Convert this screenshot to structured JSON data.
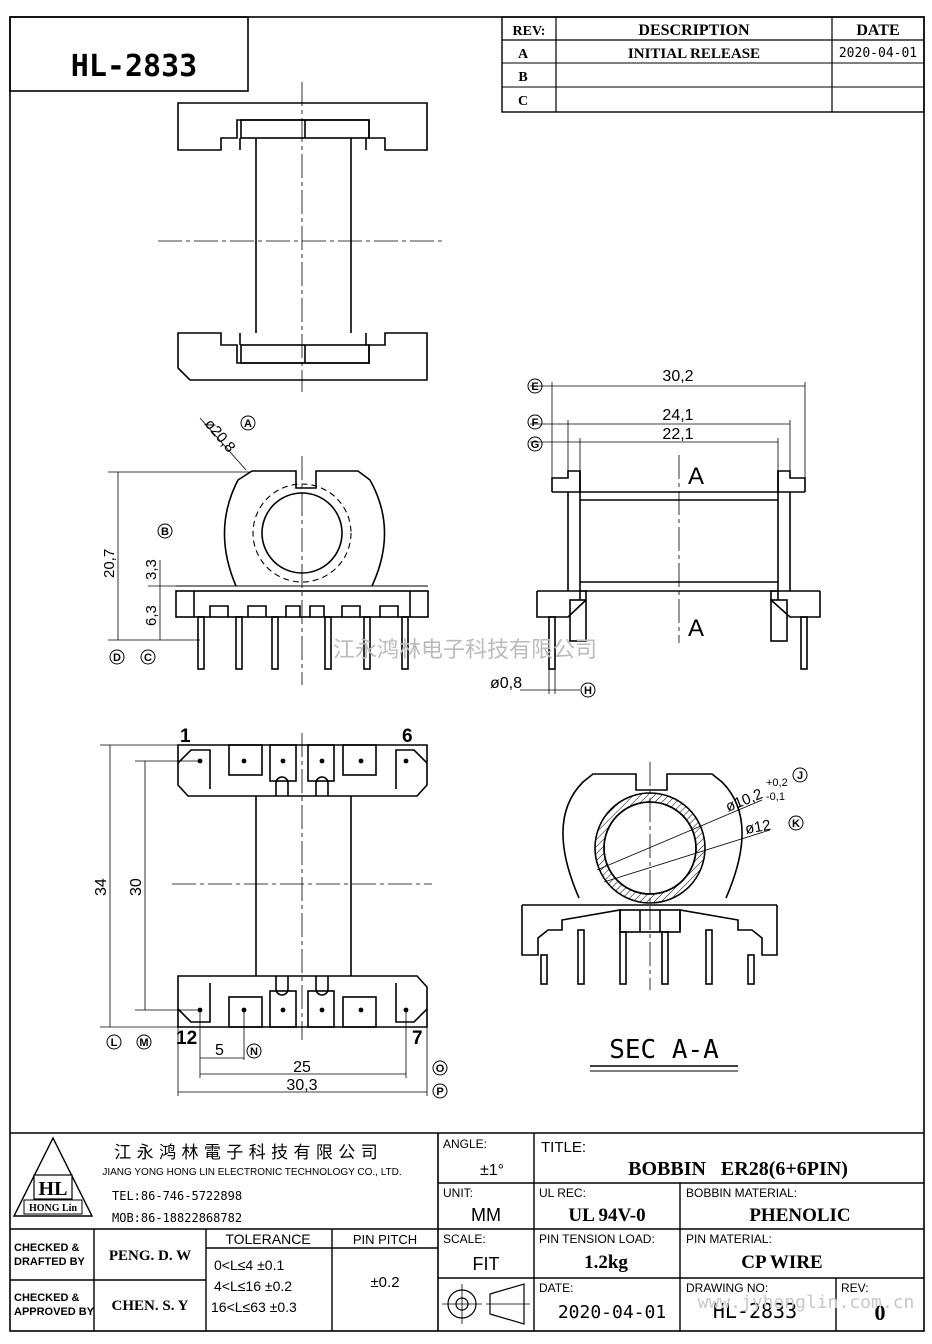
{
  "part_number": "HL-2833",
  "revision_table": {
    "headers": {
      "rev": "REV:",
      "description": "DESCRIPTION",
      "date": "DATE"
    },
    "rows": [
      {
        "rev": "A",
        "description": "INITIAL RELEASE",
        "date": "2020-04-01"
      },
      {
        "rev": "B",
        "description": "",
        "date": ""
      },
      {
        "rev": "C",
        "description": "",
        "date": ""
      }
    ]
  },
  "dimensions": {
    "d30_2": "30,2",
    "d24_1": "24,1",
    "d22_1": "22,1",
    "d20_8": "ø20,8",
    "d20_7": "20,7",
    "d3_3": "3,3",
    "d6_3": "6,3",
    "d0_8": "ø0,8",
    "d10_2": "ø10,2",
    "tol_plus": "+0,2",
    "tol_minus": "-0,1",
    "d12": "ø12",
    "d34": "34",
    "d30": "30",
    "d5": "5",
    "d25": "25",
    "d30_3": "30,3"
  },
  "balloons": [
    "A",
    "B",
    "C",
    "D",
    "E",
    "F",
    "G",
    "H",
    "J",
    "K",
    "L",
    "M",
    "N",
    "O",
    "P"
  ],
  "section_marks": {
    "top": "A",
    "bottom": "A"
  },
  "pin_labels": {
    "p1": "1",
    "p6": "6",
    "p12": "12",
    "p7": "7"
  },
  "section_title": "SEC A-A",
  "watermark": "江永鸿林电子科技有限公司",
  "watermark_url": "www.jyhonglin.com.cn",
  "company": {
    "logo_text": "HL",
    "logo_sub": "HONG Lin",
    "name_cn": "江 永 鸿 林 電 子 科 技 有 限 公 司",
    "name_en": "JIANG YONG HONG LIN ELECTRONIC TECHNOLOGY CO., LTD.",
    "tel": "TEL:86-746-5722898",
    "mob": "MOB:86-18822868782"
  },
  "title_block": {
    "angle_label": "ANGLE:",
    "angle_value": "±1°",
    "title_label": "TITLE:",
    "title_value": "BOBBIN   ER28(6+6PIN)",
    "unit_label": "UNIT:",
    "unit_value": "MM",
    "ul_label": "UL REC:",
    "ul_value": "UL 94V-0",
    "bobbin_material_label": "BOBBIN MATERIAL:",
    "bobbin_material_value": "PHENOLIC",
    "scale_label": "SCALE:",
    "scale_value": "FIT",
    "pin_tension_label": "PIN TENSION LOAD:",
    "pin_tension_value": "1.2kg",
    "pin_material_label": "PIN MATERIAL:",
    "pin_material_value": "CP WIRE",
    "date_label": "DATE:",
    "date_value": "2020-04-01",
    "drawing_no_label": "DRAWING NO:",
    "drawing_no_value": "HL-2833",
    "rev_label": "REV:",
    "rev_value": "0",
    "checked_drafted_label_1": "CHECKED &",
    "checked_drafted_label_2": "DRAFTED BY",
    "checked_drafted_value": "PENG. D. W",
    "checked_approved_label_1": "CHECKED &",
    "checked_approved_label_2": "APPROVED BY",
    "checked_approved_value": "CHEN. S. Y",
    "tolerance_label": "TOLERANCE",
    "tolerance_rows": [
      "0<L≤4  ±0.1",
      "4<L≤16 ±0.2",
      "16<L≤63 ±0.3"
    ],
    "pin_pitch_label": "PIN PITCH",
    "pin_pitch_value": "±0.2"
  }
}
